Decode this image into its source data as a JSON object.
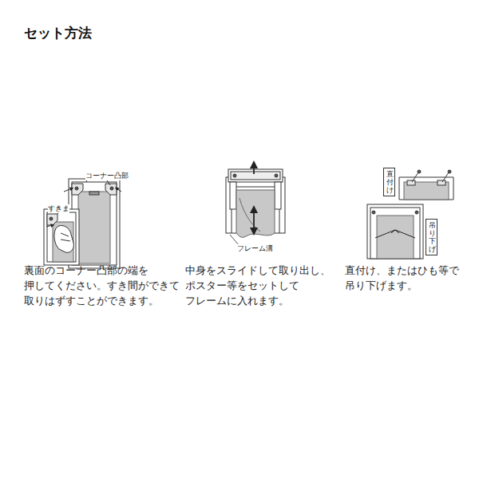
{
  "diagram": {
    "title": "セット方法",
    "nodes": [
      {
        "text": [
          "直付け"
        ]
      },
      {
        "text": [
          "吊り下げ"
        ]
      }
    ],
    "labels": [
      "コーナー凸部",
      "すきま",
      "裏面のコーナー凸部の端を",
      "押してください。すき間ができて",
      "取りはずすことができます。",
      "フレーム溝",
      "中身をスライドして取り出し、",
      "ポスター等をセットして",
      "フレームに入れます。",
      "直付け、またはひも等で",
      "吊り下げます。"
    ]
  }
}
